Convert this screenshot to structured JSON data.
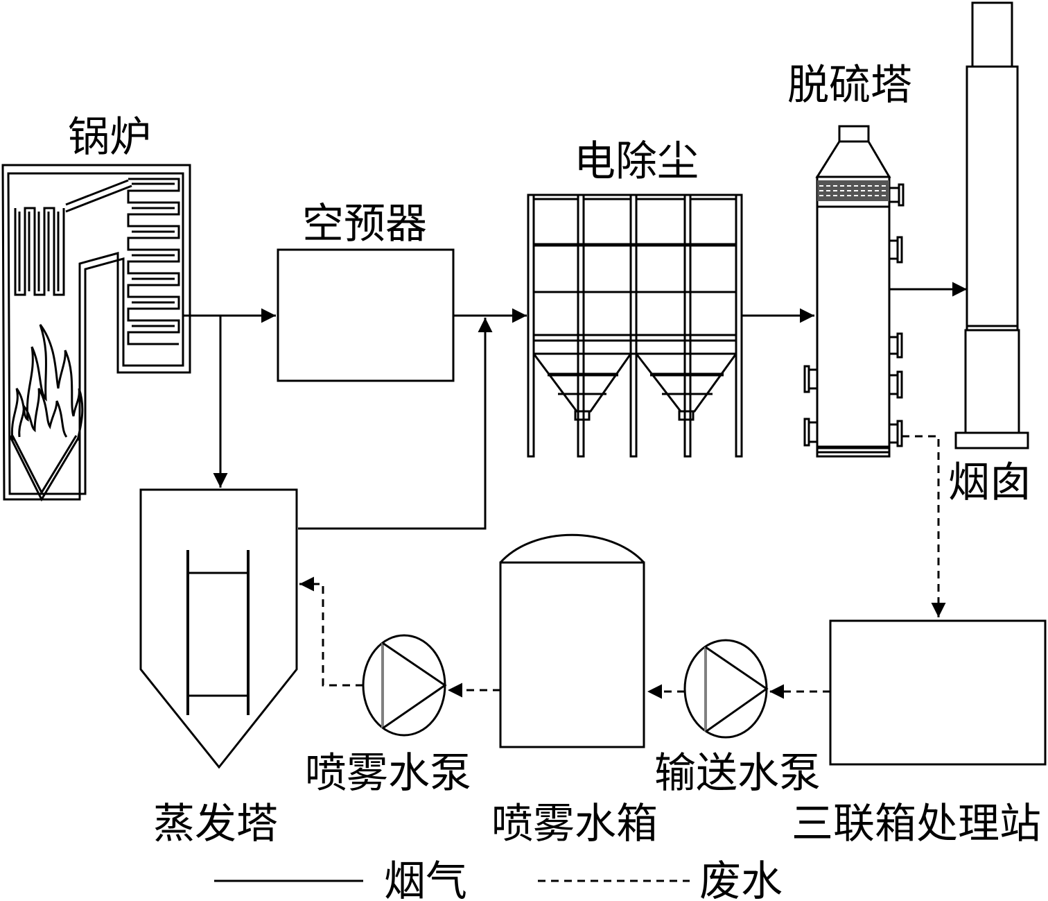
{
  "labels": {
    "boiler": "锅炉",
    "air_preheater": "空预器",
    "esp": "电除尘",
    "desulfurization_tower": "脱硫塔",
    "chimney": "烟囱",
    "evaporation_tower": "蒸发塔",
    "spray_pump": "喷雾水泵",
    "spray_tank": "喷雾水箱",
    "transfer_pump": "输送水泵",
    "triple_box_station": "三联箱处理站"
  },
  "legend": {
    "flue_gas": "烟气",
    "wastewater": "废水"
  },
  "colors": {
    "line": "#000000",
    "background": "#ffffff",
    "pump_side_bar": "#808080"
  }
}
